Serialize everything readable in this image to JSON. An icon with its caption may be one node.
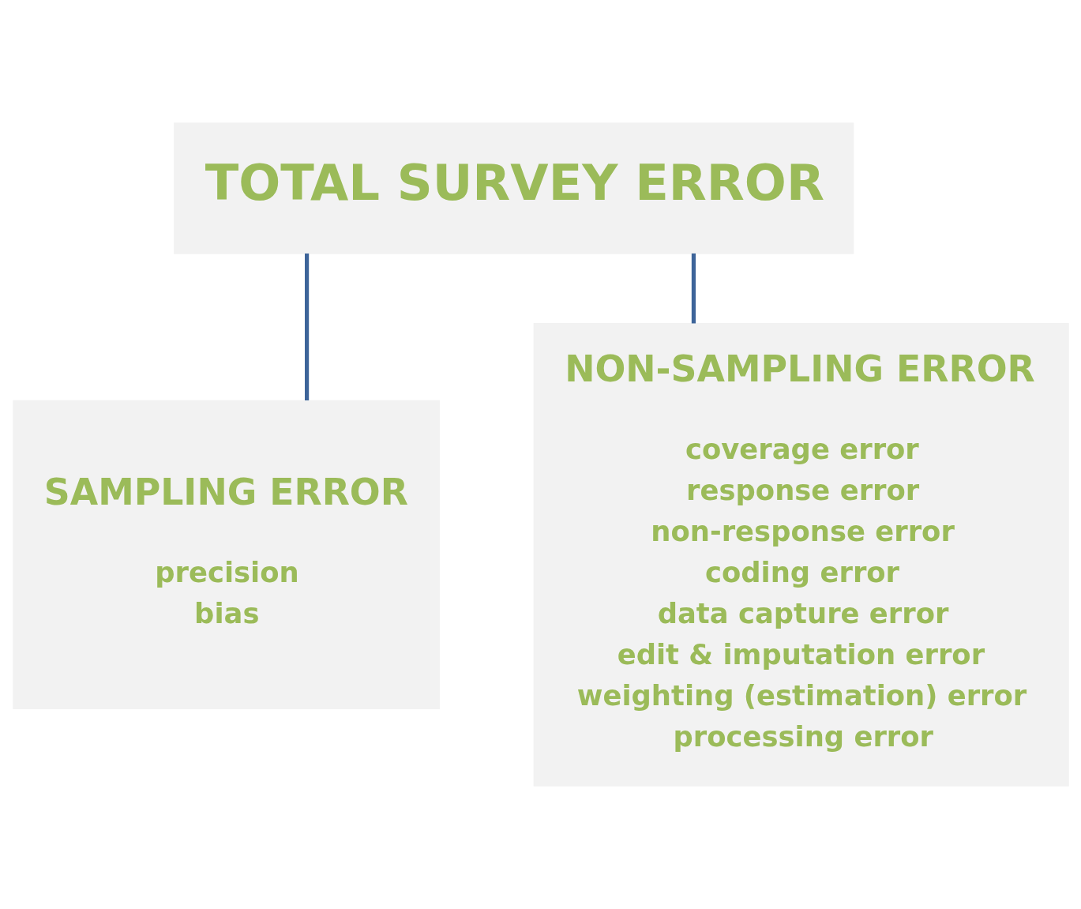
{
  "diagram": {
    "nodes": [
      {
        "text": [
          "TOTAL SURVEY ERROR"
        ]
      },
      {
        "text": [
          "SAMPLING ERROR",
          "precision",
          "bias"
        ]
      },
      {
        "text": [
          "NON-SAMPLING ERROR",
          "coverage error",
          "response error",
          "non-response error",
          "coding error",
          "data capture error",
          "edit & imputation error",
          "weighting (estimation) error",
          "processing error"
        ]
      }
    ],
    "edges": [
      {
        "from": 0,
        "to": 1,
        "arrow": "none"
      },
      {
        "from": 0,
        "to": 2,
        "arrow": "none"
      }
    ]
  }
}
